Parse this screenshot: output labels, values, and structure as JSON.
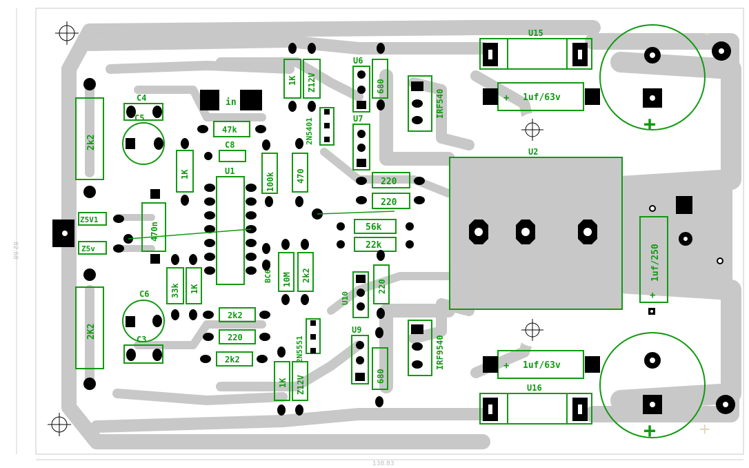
{
  "board": {
    "dimension_width": "138.83",
    "dimension_height": "82.68",
    "input_label": "in"
  },
  "components": {
    "c4": "C4",
    "c5": "C5",
    "c6": "C6",
    "c3": "C3",
    "c8": "C8",
    "r_2k2_left_top": "2k2",
    "r_2k2_left_bottom": "2K2",
    "r_1k_left": "1K",
    "r_47k": "47k",
    "u1": "U1",
    "r_100k": "100k",
    "r_470": "470",
    "c_470n": "470n",
    "z_top": "Z5V1",
    "z_bottom": "Z5v",
    "r_33k": "33k",
    "r_1k_mid": "1K",
    "r_2k2_a": "2k2",
    "r_220_a": "220",
    "r_2k2_b": "2k2",
    "q_bc": "BC640",
    "r_10m": "10M",
    "r_2k2_v": "2k2",
    "r_1k_top": "1K",
    "z_12v_top": "Z12V",
    "q_2n5401": "2N5401",
    "u6": "U6",
    "r_680_top": "680",
    "u7": "U7",
    "r_220_b": "220",
    "r_220_c": "220",
    "r_56k": "56k",
    "r_22k": "22k",
    "u10": "U10",
    "r_220_v": "220",
    "q_2n5551": "2N5551",
    "u9": "U9",
    "r_680_bot": "680",
    "r_1k_bot": "1K",
    "z_12v_bot": "Z12V",
    "q_irf540": "IRF540",
    "q_irf9540": "IRF9540",
    "u15": "U15",
    "c_1uf_top": "1uf/63v",
    "u2": "U2",
    "c_1uf_250": "1uf/250",
    "c_1uf_bot": "1uf/63v",
    "u16": "U16",
    "plus_sign": "+",
    "minus_sign": "-"
  }
}
